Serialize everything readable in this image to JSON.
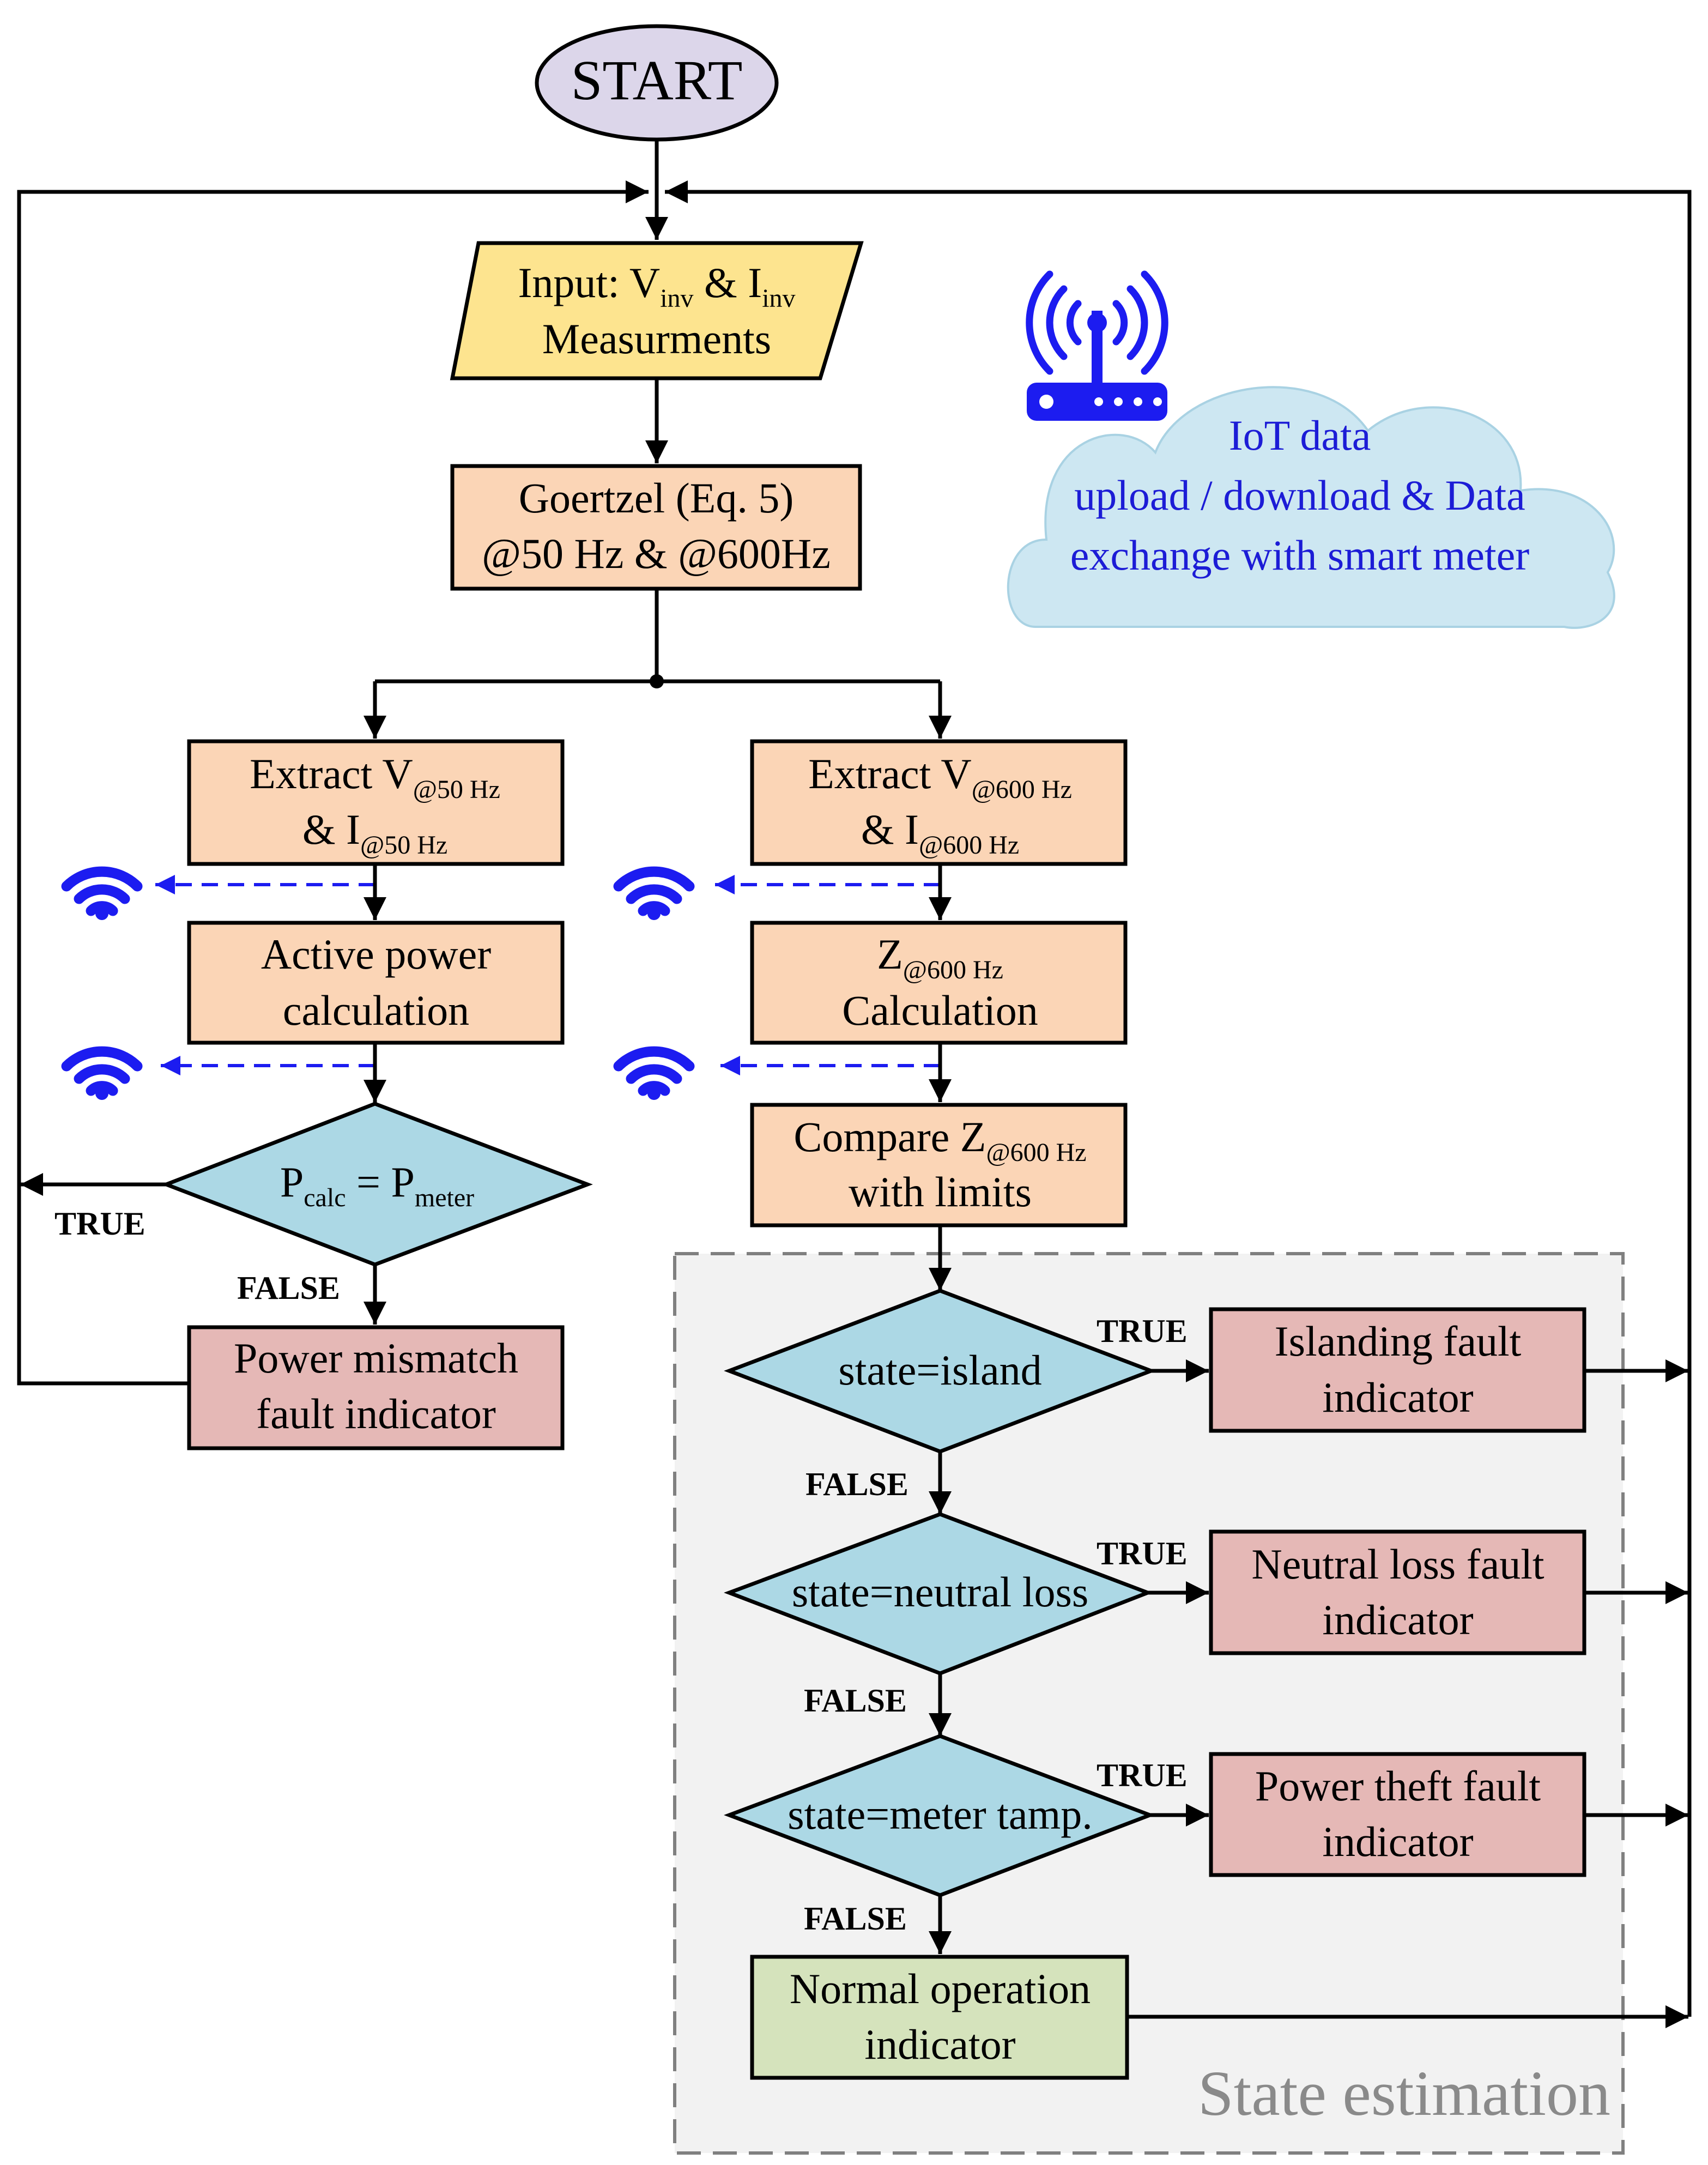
{
  "colors": {
    "start_fill": "#dcd6ea",
    "input_fill": "#fde48f",
    "process_fill": "#fbd5b6",
    "decision_fill": "#acd8e5",
    "fault_fill": "#e5b8b6",
    "normal_fill": "#d5e3bc",
    "state_region_fill": "#f2f2f2",
    "state_region_border": "#808080",
    "cloud_fill": "#cde7f2",
    "iot_text": "#1c1cd6",
    "wifi": "#1c1cf0"
  },
  "start": {
    "label": "START"
  },
  "input": {
    "prefix": "Input: V",
    "v_sub": "inv",
    "mid": " & I",
    "i_sub": "inv",
    "line2": "Measurments"
  },
  "goertzel": {
    "line1": "Goertzel (Eq. 5)",
    "line2": "@50 Hz & @600Hz"
  },
  "extract50": {
    "line1": "Extract V",
    "line1_sub": "@50 Hz",
    "line2": "& I",
    "line2_sub": "@50 Hz"
  },
  "extract600": {
    "line1": "Extract V",
    "line1_sub": "@600 Hz",
    "line2": "& I",
    "line2_sub": "@600 Hz"
  },
  "active_power": {
    "line1": "Active power",
    "line2": "calculation"
  },
  "z_calc": {
    "line1": "Z",
    "line1_sub": "@600 Hz",
    "line2": "Calculation"
  },
  "compare": {
    "line1": "Compare Z",
    "line1_sub": "@600 Hz",
    "line2": "with limits"
  },
  "power_check": {
    "p1": "P",
    "p1_sub": "calc",
    "eq": " = P",
    "p2_sub": "meter"
  },
  "power_mismatch": {
    "line1": "Power mismatch",
    "line2": "fault indicator"
  },
  "island_decision": {
    "label": "state=island"
  },
  "neutral_decision": {
    "label": "state=neutral loss"
  },
  "meter_decision": {
    "label": "state=meter tamp."
  },
  "islanding_fault": {
    "line1": "Islanding fault",
    "line2": "indicator"
  },
  "neutral_fault": {
    "line1": "Neutral loss fault",
    "line2": "indicator"
  },
  "theft_fault": {
    "line1": "Power theft fault",
    "line2": "indicator"
  },
  "normal": {
    "line1": "Normal operation",
    "line2": "indicator"
  },
  "iot": {
    "line1": "IoT data",
    "line2": "upload / download & Data",
    "line3": "exchange with smart meter"
  },
  "state_estimation": {
    "label": "State estimation"
  },
  "branch_labels": {
    "power_true": "TRUE",
    "power_false": "FALSE",
    "island_true": "TRUE",
    "island_false": "FALSE",
    "neutral_true": "TRUE",
    "neutral_false": "FALSE",
    "meter_true": "TRUE",
    "meter_false": "FALSE"
  },
  "icons": [
    "router-icon",
    "wifi-icon"
  ]
}
